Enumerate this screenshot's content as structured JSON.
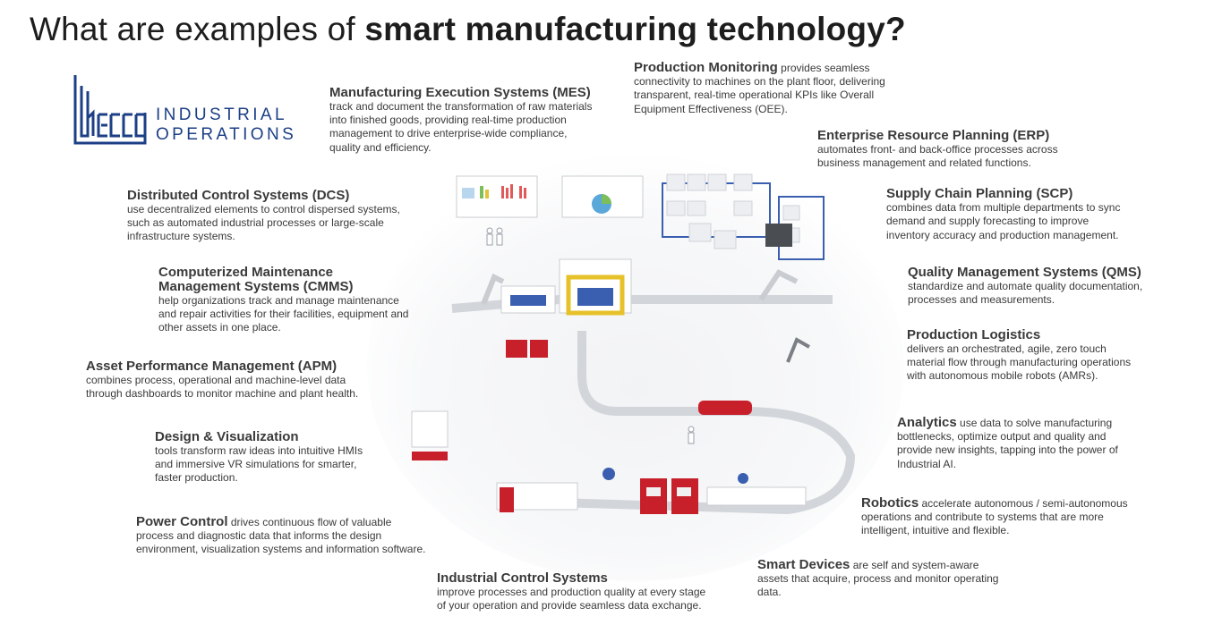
{
  "title": {
    "prefix": "What are examples of ",
    "bold": "smart manufacturing technology?"
  },
  "logo": {
    "line1": "INDUSTRIAL",
    "line2": "OPERATIONS"
  },
  "items": {
    "mes": {
      "heading": "Manufacturing Execution Systems (MES)",
      "body": "track and document the transformation of raw materials into finished goods, providing real-time production management to drive enterprise-wide compliance, quality and efficiency."
    },
    "prodmon": {
      "heading": "Production Monitoring",
      "body": " provides seamless connectivity to machines on the plant floor, delivering transparent, real-time operational KPIs like Overall Equipment Effectiveness (OEE)."
    },
    "erp": {
      "heading": "Enterprise Resource Planning (ERP)",
      "body": "automates front- and back-office processes across business management and related functions."
    },
    "scp": {
      "heading": "Supply Chain Planning (SCP)",
      "body": " combines data from multiple departments to sync demand and supply forecasting to improve inventory accuracy and production management."
    },
    "dcs": {
      "heading": "Distributed Control Systems (DCS)",
      "body": "use decentralized elements to control dispersed systems, such as automated industrial processes or large-scale infrastructure systems."
    },
    "cmms": {
      "heading": "Computerized Maintenance Management Systems (CMMS)",
      "body": "help organizations track and manage maintenance and repair activities for their facilities, equipment and other assets in one place."
    },
    "qms": {
      "heading": "Quality Management Systems (QMS)",
      "body": "standardize and automate quality documentation, processes and measurements."
    },
    "logistics": {
      "heading": "Production Logistics",
      "body": "delivers an orchestrated, agile, zero touch material flow through manufacturing operations with autonomous mobile robots (AMRs)."
    },
    "apm": {
      "heading": "Asset Performance Management (APM)",
      "body": "combines process, operational and machine-level data through dashboards to monitor machine and plant health."
    },
    "analytics": {
      "heading": "Analytics",
      "body": " use data to solve manufacturing bottlenecks, optimize output and quality and provide new insights, tapping into the power of Industrial AI."
    },
    "design": {
      "heading": "Design & Visualization",
      "body": "tools transform raw ideas into intuitive HMIs and immersive VR simulations for smarter, faster production."
    },
    "robotics": {
      "heading": "Robotics",
      "body": " accelerate autonomous / semi-autonomous operations and contribute to systems that are more intelligent, intuitive and flexible."
    },
    "power": {
      "heading": "Power Control",
      "body": " drives continuous flow of valuable process and diagnostic data that informs the design environment, visualization systems and information software."
    },
    "smart": {
      "heading": "Smart Devices",
      "body": " are self and system-aware assets that acquire, process and monitor operating data."
    },
    "ics": {
      "heading": "Industrial Control Systems",
      "body": "improve processes and production quality at every stage of your operation and provide seamless data exchange."
    }
  },
  "colors": {
    "brand": "#1c3f86",
    "accent_red": "#c8202a",
    "accent_yellow": "#e6c12a",
    "accent_blue": "#3a5fb0"
  }
}
